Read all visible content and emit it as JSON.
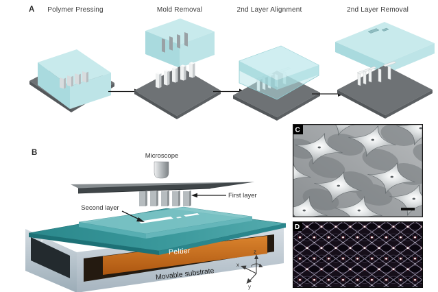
{
  "panel_a": {
    "label": "A",
    "steps": [
      {
        "title": "Polymer Pressing"
      },
      {
        "title": "Mold Removal"
      },
      {
        "title": "2nd Layer Alignment"
      },
      {
        "title": "2nd Layer Removal"
      }
    ]
  },
  "panel_b": {
    "label": "B",
    "labels": {
      "microscope": "Microscope",
      "first_layer": "First layer",
      "second_layer": "Second layer",
      "peltier": "Peltier",
      "movable_substrate": "Movable substrate"
    },
    "axes": {
      "x": "x",
      "y": "y",
      "z": "z"
    }
  },
  "panel_c": {
    "label": "C"
  },
  "panel_d": {
    "label": "D"
  },
  "colors": {
    "polymer_block_top": "#c8eaec",
    "polymer_block_left": "#a9dade",
    "polymer_block_right": "#bde4e7",
    "substrate_gray": "#6e7275",
    "stage_teal": "#2f9396",
    "second_layer_teal": "#7cc3c6",
    "peltier_orange": "#c96a1e",
    "frame_steel": "#c2ccd4",
    "micrograph_d_bg": "#150e19"
  }
}
